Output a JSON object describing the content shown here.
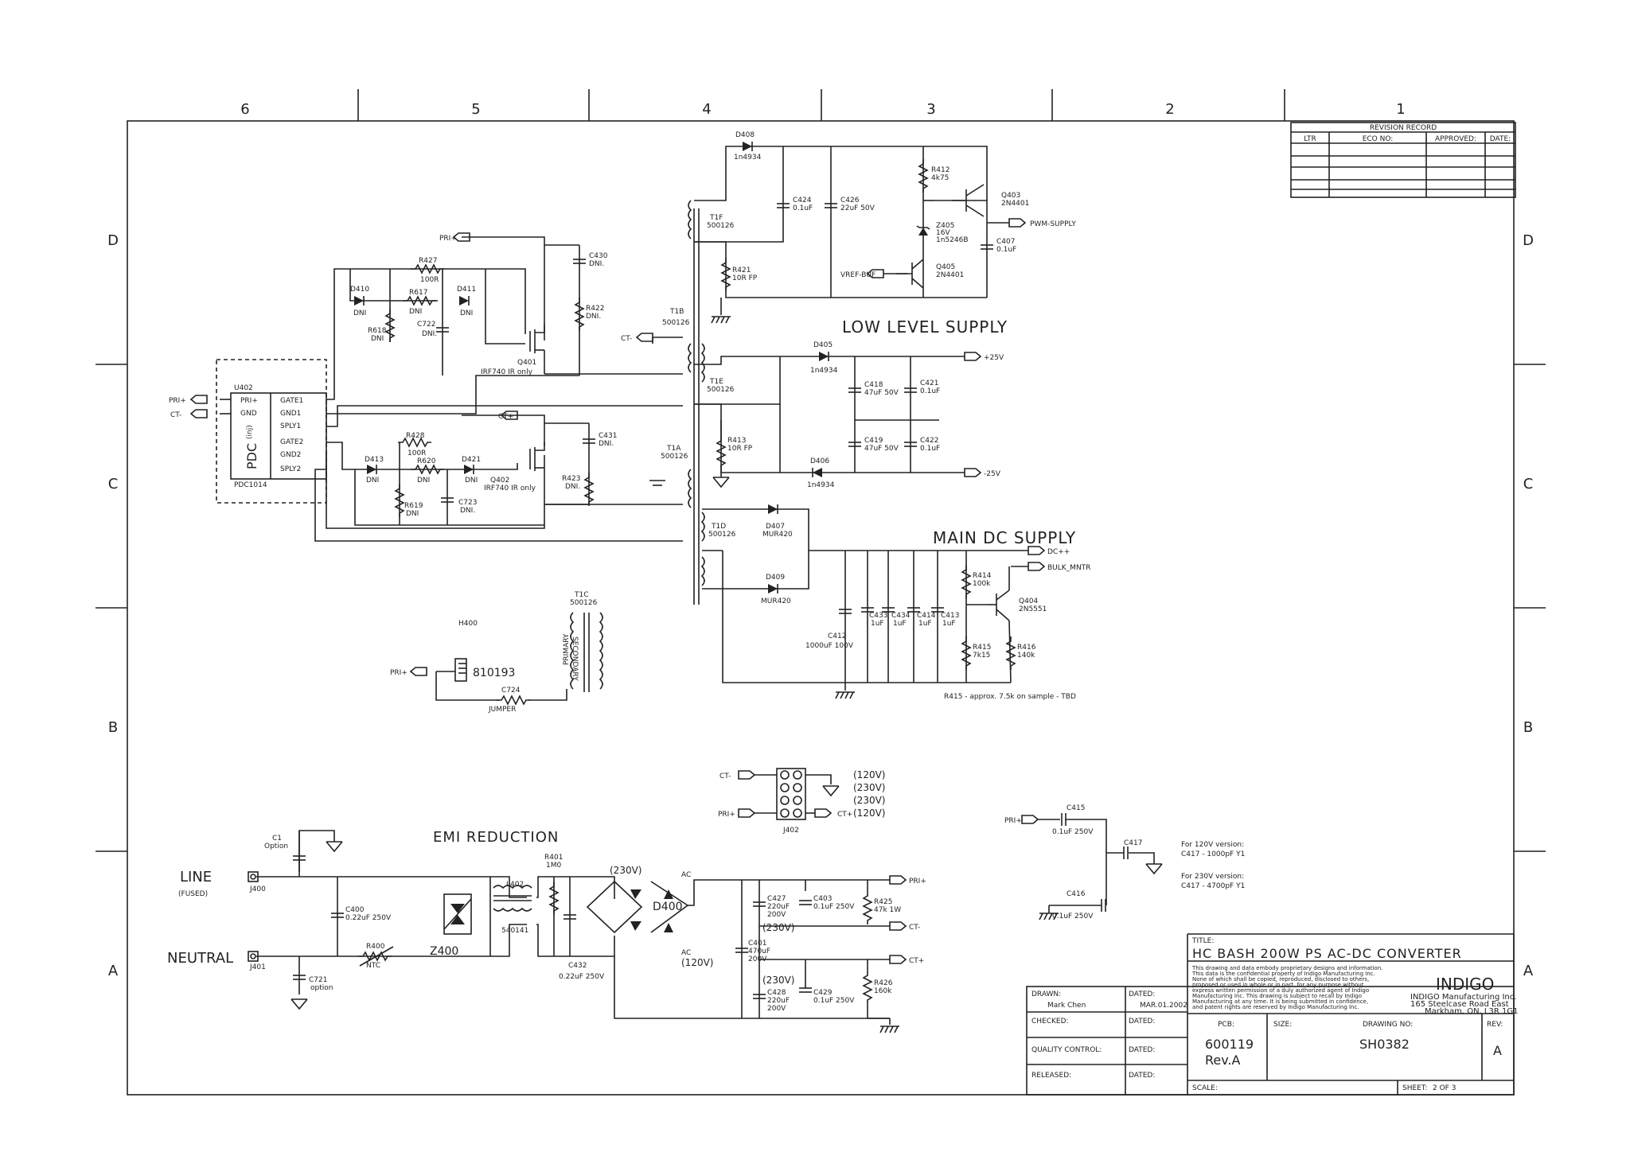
{
  "frame": {
    "zone_numbers": [
      "6",
      "5",
      "4",
      "3",
      "2",
      "1"
    ],
    "zone_letters": [
      "D",
      "C",
      "B",
      "A"
    ]
  },
  "revision_record": {
    "title": "REVISION RECORD",
    "columns": [
      "LTR",
      "ECO NO:",
      "APPROVED:",
      "DATE:"
    ]
  },
  "sections": {
    "low_level": "LOW LEVEL SUPPLY",
    "main_dc": "MAIN DC SUPPLY",
    "emi": "EMI REDUCTION"
  },
  "nets": {
    "pri_plus": "PRI+",
    "ct_minus": "CT-",
    "ct_plus": "CT+",
    "pwm_supply": "PWM-SUPPLY",
    "vref_buf": "VREF-BUF",
    "p25v": "+25V",
    "m25v": "-25V",
    "dcpp": "DC++",
    "bulk_mntr": "BULK_MNTR"
  },
  "components": {
    "D408": [
      "D408",
      "1n4934"
    ],
    "C424": [
      "C424",
      "0.1uF"
    ],
    "C426": [
      "C426",
      "22uF 50V"
    ],
    "R412": [
      "R412",
      "4k75"
    ],
    "Q403": [
      "Q403",
      "2N4401"
    ],
    "Z405": [
      "Z405",
      "16V",
      "1n5246B"
    ],
    "Q405": [
      "Q405",
      "2N4401"
    ],
    "C407": [
      "C407",
      "0.1uF"
    ],
    "T1F": [
      "T1F",
      "500126"
    ],
    "R421": [
      "R421",
      "10R FP"
    ],
    "T1B": [
      "T1B",
      "500126"
    ],
    "T1E": [
      "T1E",
      "500126"
    ],
    "T1A": [
      "T1A",
      "500126"
    ],
    "T1D": [
      "T1D",
      "500126"
    ],
    "T1C": [
      "T1C",
      "500126"
    ],
    "D405": [
      "D405",
      "1n4934"
    ],
    "C418": [
      "C418",
      "47uF 50V"
    ],
    "C421": [
      "C421",
      "0.1uF"
    ],
    "C419": [
      "C419",
      "47uF 50V"
    ],
    "C422": [
      "C422",
      "0.1uF"
    ],
    "R413": [
      "R413",
      "10R FP"
    ],
    "D406": [
      "D406",
      "1n4934"
    ],
    "D407": [
      "D407",
      "MUR420"
    ],
    "D409": [
      "D409",
      "MUR420"
    ],
    "C412": [
      "C412",
      "1000uF 100V"
    ],
    "C433": [
      "C433",
      "1uF"
    ],
    "C434": [
      "C434",
      "1uF"
    ],
    "C414": [
      "C414",
      "1uF"
    ],
    "C413": [
      "C413",
      "1uF"
    ],
    "R414": [
      "R414",
      "100k"
    ],
    "Q404": [
      "Q404",
      "2N5551"
    ],
    "R415": [
      "R415",
      "7k15"
    ],
    "R416": [
      "R416",
      "140k"
    ],
    "R427": [
      "R427",
      "100R"
    ],
    "D410": [
      "D410",
      "DNI"
    ],
    "R617": [
      "R617",
      "DNI"
    ],
    "D411": [
      "D411",
      "DNI"
    ],
    "R618": [
      "R618",
      "DNI"
    ],
    "C722": [
      "C722",
      "DNI."
    ],
    "C430": [
      "C430",
      "DNI."
    ],
    "R422": [
      "R422",
      "DNI."
    ],
    "Q401": [
      "Q401",
      "IRF740 IR only"
    ],
    "U402": [
      "U402",
      "PDC1014"
    ],
    "R428": [
      "R428",
      "100R"
    ],
    "D413": [
      "D413",
      "DNI"
    ],
    "R620": [
      "R620",
      "DNI"
    ],
    "D421": [
      "D421",
      "DNI"
    ],
    "R619": [
      "R619",
      "DNI"
    ],
    "C723": [
      "C723",
      "DNI."
    ],
    "C431": [
      "C431",
      "DNI."
    ],
    "R423": [
      "R423",
      "DNI."
    ],
    "Q402": [
      "Q402",
      "IRF740 IR only"
    ],
    "H400": [
      "H400",
      "810193"
    ],
    "C724": [
      "C724",
      "JUMPER"
    ],
    "J402": [
      "J402"
    ],
    "C1": [
      "C1",
      "Option"
    ],
    "J400": [
      "J400"
    ],
    "J401": [
      "J401"
    ],
    "C400": [
      "C400",
      "0.22uF 250V"
    ],
    "C721": [
      "C721",
      "option"
    ],
    "R400": [
      "R400",
      "NTC"
    ],
    "Z400": [
      "Z400"
    ],
    "L402": [
      "L402",
      "540141"
    ],
    "R401": [
      "R401",
      "1M0"
    ],
    "C432": [
      "C432",
      "0.22uF 250V"
    ],
    "D400": [
      "D400"
    ],
    "C427": [
      "C427",
      "220uF",
      "200V"
    ],
    "C403": [
      "C403",
      "0.1uF 250V"
    ],
    "R425": [
      "R425",
      "47k 1W"
    ],
    "C401": [
      "C401",
      "470uF",
      "200V"
    ],
    "C428": [
      "C428",
      "220uF",
      "200V"
    ],
    "C429": [
      "C429",
      "0.1uF 250V"
    ],
    "R426": [
      "R426",
      "160k"
    ],
    "C415": [
      "C415",
      "0.1uF 250V"
    ],
    "C416": [
      "C416",
      "0.1uF 250V"
    ],
    "C417": [
      "C417"
    ]
  },
  "u402_pins": {
    "left": [
      "PRI+",
      "GND"
    ],
    "right": [
      "GATE1",
      "GND1",
      "SPLY1",
      "GATE2",
      "GND2",
      "SPLY2"
    ],
    "body": "PDC",
    "logo": "(inj)"
  },
  "transformer_labels": {
    "primary": "PRIMARY",
    "secondary": "SECONDARY"
  },
  "notes": {
    "r415": "R415 - approx. 7.5k on sample - TBD",
    "line": "LINE",
    "fused": "(FUSED)",
    "neutral": "NEUTRAL",
    "v230": "(230V)",
    "v120": "(120V)",
    "ac": "AC",
    "c417_120_a": "For 120V version:",
    "c417_120_b": "C417 - 1000pF Y1",
    "c417_230_a": "For 230V version:",
    "c417_230_b": "C417 - 4700pF Y1"
  },
  "j402": {
    "left": [
      "CT-",
      "PRI+"
    ],
    "right": [
      "CT+"
    ],
    "voltages": [
      "(120V)",
      "(230V)",
      "(230V)",
      "(120V)"
    ]
  },
  "title_block": {
    "title_label": "TITLE:",
    "title": "HC BASH 200W PS   AC-DC CONVERTER",
    "confidential": [
      "This drawing and data embody proprietary designs and information.",
      "This data is the confidential property of Indigo Manufacturing Inc.",
      "None of which shall be copied, reproduced, disclosed to others,",
      "proposed or used in whole or in part, for any purpose without",
      "express written permission of a duly authorized agent of Indigo",
      "Manufacturing Inc. This drawing is subject to recall by Indigo",
      "Manufacturing at any time. It is being submitted in confidence,",
      "and patent rights are reserved by Indigo Manufacturing Inc."
    ],
    "company": "INDIGO",
    "address": [
      "INDIGO Manufacturing Inc.",
      "165 Steelcase Road East",
      "Markham, ON, L3R 1G1"
    ],
    "drawn_label": "DRAWN:",
    "drawn_by": "Mark Chen",
    "dated_label": "DATED:",
    "dated": "MAR.01.2002",
    "checked_label": "CHECKED:",
    "qc_label": "QUALITY CONTROL:",
    "released_label": "RELEASED:",
    "pcb_label": "PCB:",
    "pcb": "600119",
    "pcb_rev": "Rev.A",
    "size_label": "SIZE:",
    "drawing_no_label": "DRAWING NO:",
    "drawing_no": "SH0382",
    "rev_label": "REV:",
    "rev": "A",
    "scale_label": "SCALE:",
    "sheet_label": "SHEET:",
    "sheet": "2 OF 3"
  }
}
